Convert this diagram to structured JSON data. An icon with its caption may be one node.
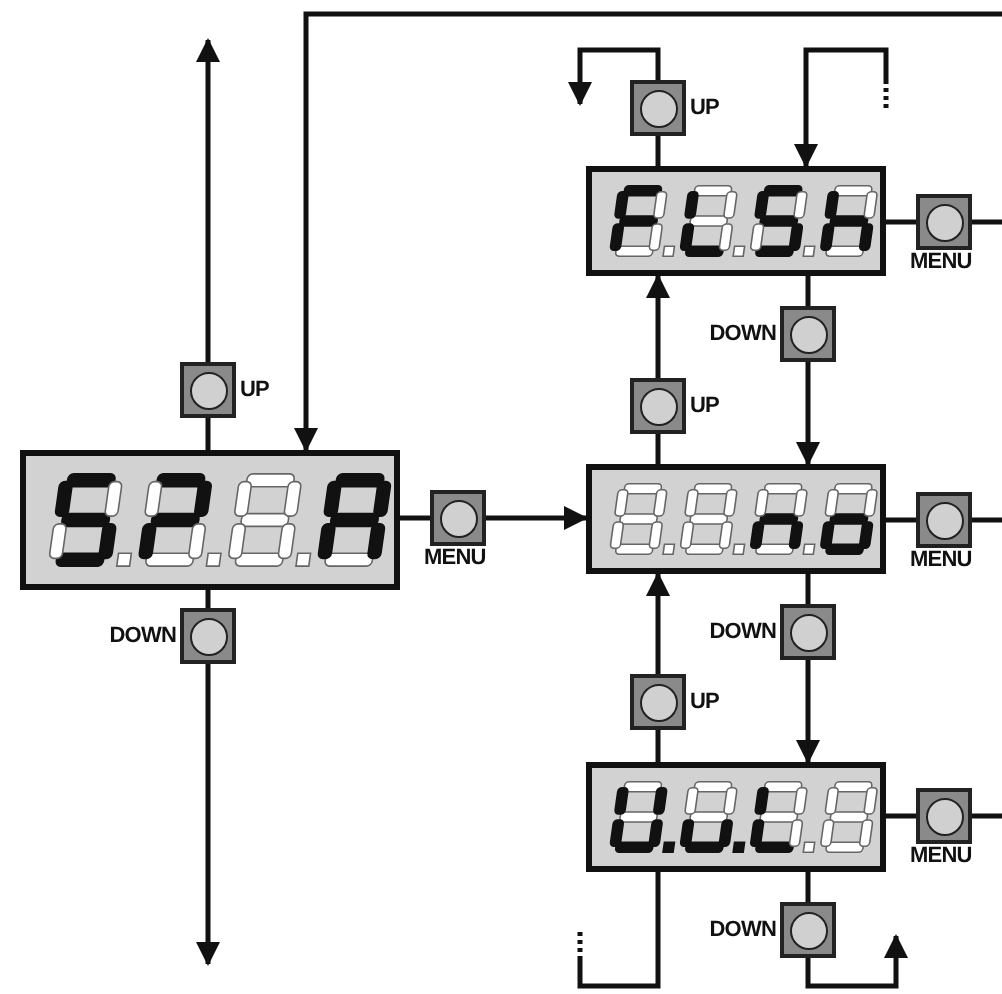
{
  "diagram": {
    "nodes": [
      {
        "text": [],
        "shape": "picture"
      },
      {
        "text": [
          "UP"
        ]
      },
      {
        "text": [
          "DOWN"
        ]
      },
      {
        "text": [
          "MENU"
        ]
      },
      {
        "text": [],
        "shape": "picture"
      },
      {
        "text": [
          "UP"
        ]
      },
      {
        "text": [
          "MENU"
        ]
      },
      {
        "text": [
          "DOWN"
        ]
      },
      {
        "text": [
          "UP"
        ]
      },
      {
        "text": [],
        "shape": "picture"
      },
      {
        "text": [
          "MENU"
        ]
      },
      {
        "text": [
          "DOWN"
        ]
      },
      {
        "text": [
          "UP"
        ]
      },
      {
        "text": [],
        "shape": "picture"
      },
      {
        "text": [
          "MENU"
        ]
      },
      {
        "text": [
          "DOWN"
        ]
      }
    ],
    "edges": [
      {
        "from": 0,
        "to": 1,
        "arrow": "none"
      },
      {
        "from": 1,
        "to": null,
        "arrow": "to"
      },
      {
        "from": 0,
        "to": 2,
        "arrow": "none"
      },
      {
        "from": 2,
        "to": null,
        "arrow": "to"
      },
      {
        "from": 0,
        "to": 3,
        "arrow": "none"
      },
      {
        "from": 3,
        "to": 9,
        "arrow": "to"
      },
      {
        "from": null,
        "to": 0,
        "arrow": "to"
      },
      {
        "from": 4,
        "to": 5,
        "arrow": "none"
      },
      {
        "from": 5,
        "to": null,
        "arrow": "to"
      },
      {
        "from": null,
        "to": 4,
        "arrow": "to"
      },
      {
        "from": 4,
        "to": 6,
        "arrow": "none"
      },
      {
        "from": 6,
        "to": null,
        "arrow": "none"
      },
      {
        "from": 4,
        "to": 7,
        "arrow": "none"
      },
      {
        "from": 7,
        "to": 9,
        "arrow": "to"
      },
      {
        "from": 9,
        "to": 8,
        "arrow": "none"
      },
      {
        "from": 8,
        "to": 4,
        "arrow": "to"
      },
      {
        "from": 9,
        "to": 10,
        "arrow": "none"
      },
      {
        "from": 10,
        "to": null,
        "arrow": "none"
      },
      {
        "from": 9,
        "to": 11,
        "arrow": "none"
      },
      {
        "from": 11,
        "to": 13,
        "arrow": "to"
      },
      {
        "from": 13,
        "to": 12,
        "arrow": "none"
      },
      {
        "from": 12,
        "to": 9,
        "arrow": "to"
      },
      {
        "from": 13,
        "to": 14,
        "arrow": "none"
      },
      {
        "from": 14,
        "to": null,
        "arrow": "none"
      },
      {
        "from": 13,
        "to": 15,
        "arrow": "none"
      },
      {
        "from": 15,
        "to": null,
        "arrow": "to"
      },
      {
        "from": 13,
        "to": null,
        "arrow": "none"
      }
    ]
  }
}
